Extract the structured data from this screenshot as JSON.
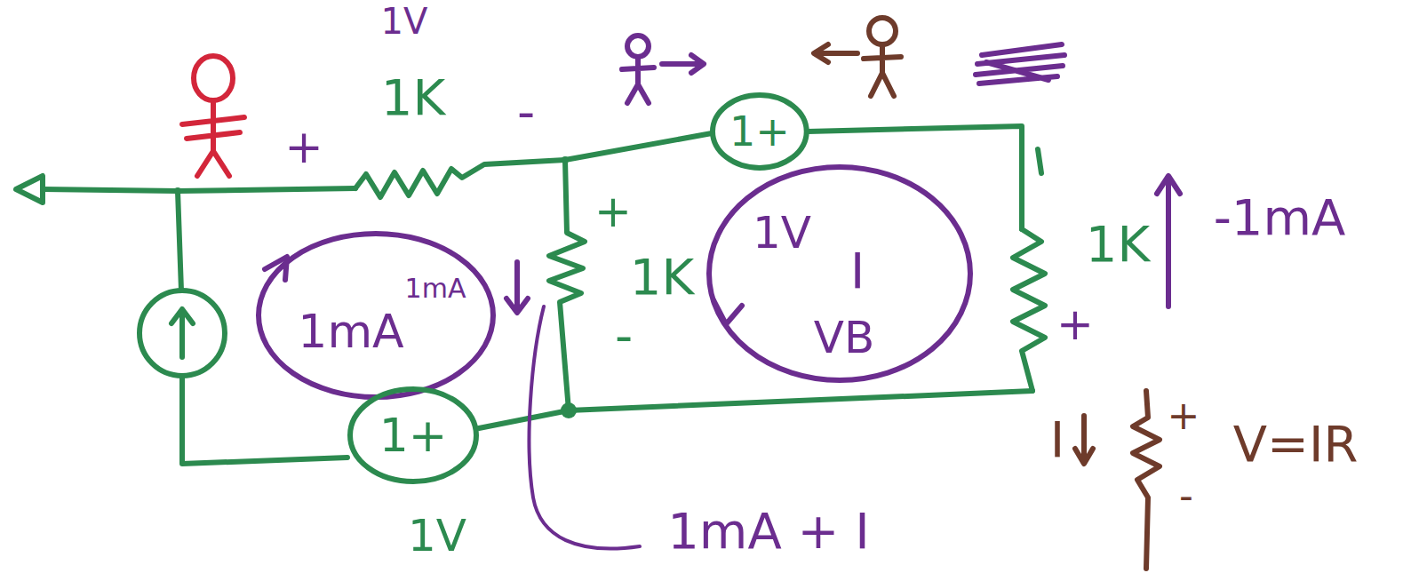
{
  "diagram": {
    "nodes": [
      {
        "text": [
          "1+"
        ]
      },
      {
        "text": [
          "1mA",
          "1mA"
        ]
      },
      {
        "text": [
          "1V",
          "I",
          "VB"
        ]
      },
      {
        "text": [
          "1+"
        ]
      }
    ],
    "labels": [
      "1V",
      "+",
      "1K",
      "-",
      "+",
      "1K",
      "-",
      "1K",
      "-1mA",
      "+",
      "1V",
      "1mA + I",
      "I",
      "+",
      "V=IR",
      "-"
    ]
  }
}
